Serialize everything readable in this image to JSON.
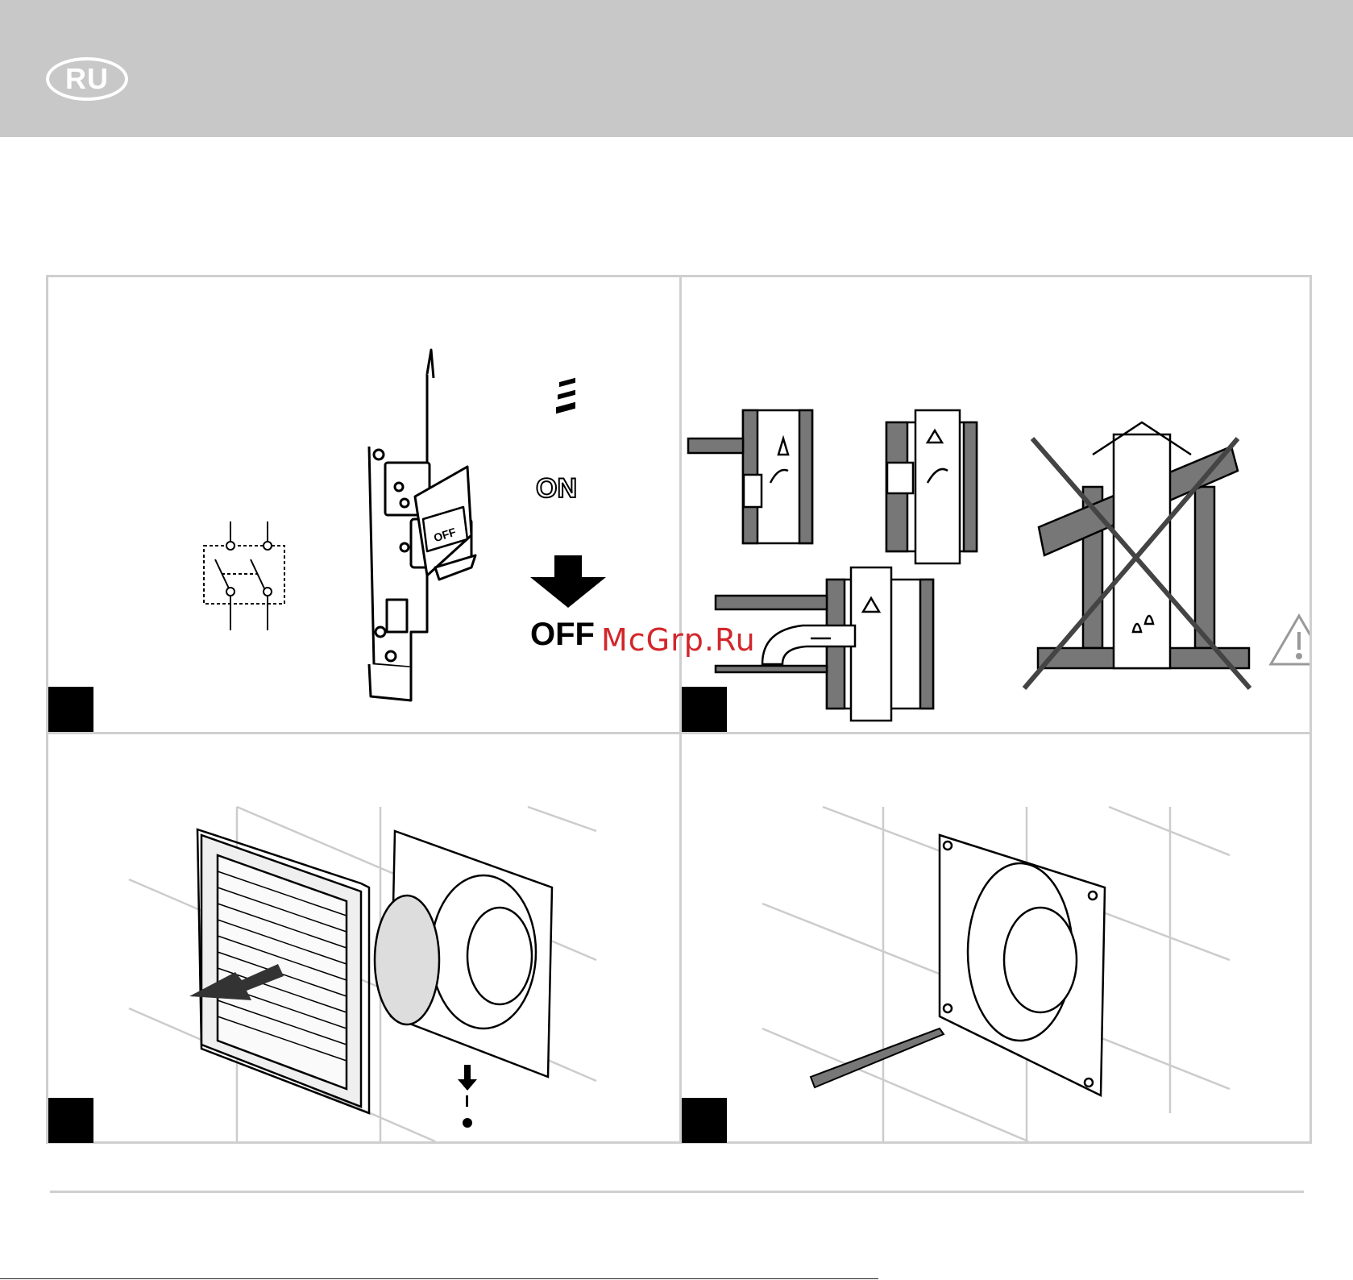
{
  "header": {
    "language_badge": "RU"
  },
  "panel1": {
    "switch_label": "OFF",
    "on_label": "ON",
    "off_label": "OFF"
  },
  "watermark": "McGrp.Ru"
}
